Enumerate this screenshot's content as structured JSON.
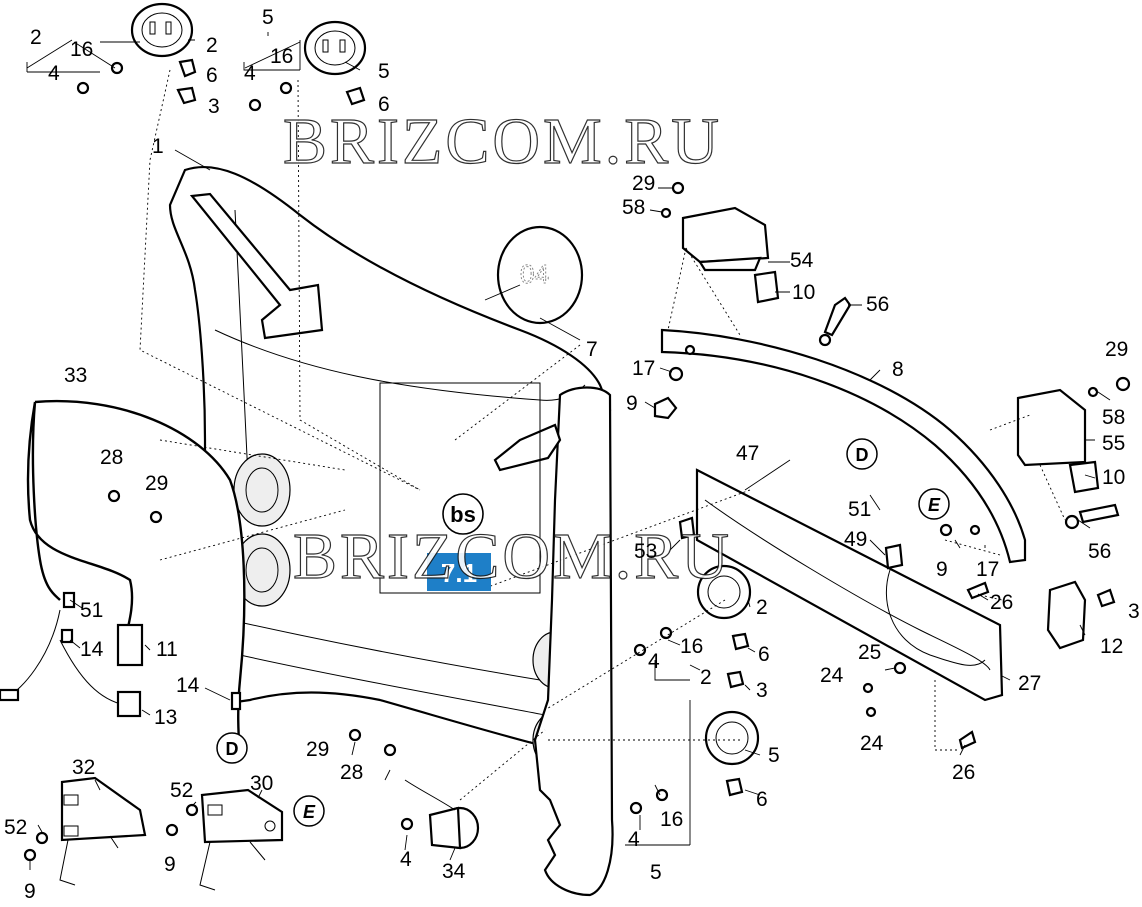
{
  "watermark": "BRIZCOM.RU",
  "section_ref": {
    "code": "bs",
    "page": "7.1",
    "color": "#1e7fc8"
  },
  "callouts": {
    "D_upper": "D",
    "E_upper": "E",
    "D_left": "D",
    "E_lower": "E"
  },
  "labels": [
    {
      "id": "l1",
      "text": "2"
    },
    {
      "id": "l2",
      "text": "16"
    },
    {
      "id": "l3",
      "text": "4"
    },
    {
      "id": "l4",
      "text": "2"
    },
    {
      "id": "l5",
      "text": "6"
    },
    {
      "id": "l6",
      "text": "3"
    },
    {
      "id": "l7",
      "text": "5"
    },
    {
      "id": "l8",
      "text": "16"
    },
    {
      "id": "l9",
      "text": "4"
    },
    {
      "id": "l10",
      "text": "5"
    },
    {
      "id": "l11",
      "text": "6"
    },
    {
      "id": "l12",
      "text": "1"
    },
    {
      "id": "l13",
      "text": "29"
    },
    {
      "id": "l14",
      "text": "58"
    },
    {
      "id": "l15",
      "text": "54"
    },
    {
      "id": "l16",
      "text": "10"
    },
    {
      "id": "l17",
      "text": "56"
    },
    {
      "id": "l18",
      "text": "7"
    },
    {
      "id": "l19",
      "text": "17"
    },
    {
      "id": "l20",
      "text": "9"
    },
    {
      "id": "l21",
      "text": "8"
    },
    {
      "id": "l22",
      "text": "29"
    },
    {
      "id": "l23",
      "text": "58"
    },
    {
      "id": "l24",
      "text": "55"
    },
    {
      "id": "l25",
      "text": "10"
    },
    {
      "id": "l26",
      "text": "33"
    },
    {
      "id": "l27",
      "text": "28"
    },
    {
      "id": "l28",
      "text": "29"
    },
    {
      "id": "l29",
      "text": "47"
    },
    {
      "id": "l30",
      "text": "51"
    },
    {
      "id": "l31",
      "text": "49"
    },
    {
      "id": "l32",
      "text": "53"
    },
    {
      "id": "l33",
      "text": "9"
    },
    {
      "id": "l34",
      "text": "17"
    },
    {
      "id": "l35",
      "text": "56"
    },
    {
      "id": "l36",
      "text": "51"
    },
    {
      "id": "l37",
      "text": "14"
    },
    {
      "id": "l38",
      "text": "11"
    },
    {
      "id": "l39",
      "text": "13"
    },
    {
      "id": "l40",
      "text": "14"
    },
    {
      "id": "l41",
      "text": "2"
    },
    {
      "id": "l42",
      "text": "16"
    },
    {
      "id": "l43",
      "text": "4"
    },
    {
      "id": "l44",
      "text": "6"
    },
    {
      "id": "l45",
      "text": "2"
    },
    {
      "id": "l46",
      "text": "3"
    },
    {
      "id": "l47",
      "text": "26"
    },
    {
      "id": "l48",
      "text": "3"
    },
    {
      "id": "l49",
      "text": "12"
    },
    {
      "id": "l50",
      "text": "25"
    },
    {
      "id": "l51",
      "text": "24"
    },
    {
      "id": "l52",
      "text": "27"
    },
    {
      "id": "l53",
      "text": "24"
    },
    {
      "id": "l54",
      "text": "26"
    },
    {
      "id": "l55",
      "text": "29"
    },
    {
      "id": "l56",
      "text": "28"
    },
    {
      "id": "l57",
      "text": "5"
    },
    {
      "id": "l58",
      "text": "6"
    },
    {
      "id": "l59",
      "text": "4"
    },
    {
      "id": "l60",
      "text": "16"
    },
    {
      "id": "l61",
      "text": "5"
    },
    {
      "id": "l62",
      "text": "32"
    },
    {
      "id": "l63",
      "text": "30"
    },
    {
      "id": "l64",
      "text": "52"
    },
    {
      "id": "l65",
      "text": "52"
    },
    {
      "id": "l66",
      "text": "9"
    },
    {
      "id": "l67",
      "text": "9"
    },
    {
      "id": "l68",
      "text": "4"
    },
    {
      "id": "l69",
      "text": "34"
    }
  ]
}
